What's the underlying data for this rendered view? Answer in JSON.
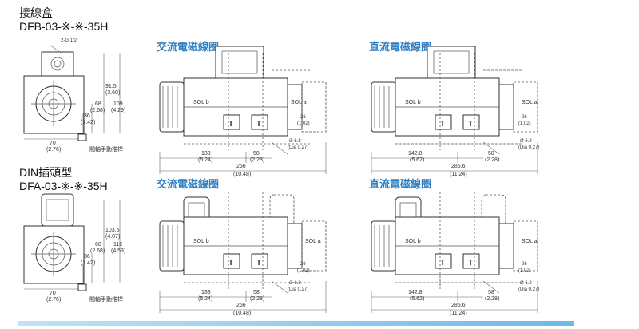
{
  "dfb": {
    "heading_line1": "接線盒",
    "heading_line2": "DFB-03-※-※-35H",
    "side": {
      "port": "2-G 1/2",
      "d915": "91.5",
      "d915i": "(3.60)",
      "d68": "68",
      "d68i": "(2.68)",
      "d109": "109",
      "d109i": "(4.29)",
      "d36": "36",
      "d36i": "(1.42)",
      "d70": "70",
      "d70i": "(2.76)",
      "manual": "閥軸手動推桿"
    }
  },
  "dfa": {
    "heading_line1": "DIN插頭型",
    "heading_line2": "DFA-03-※-※-35H",
    "side": {
      "d1035": "103.5",
      "d1035i": "(4.07)",
      "d68": "68",
      "d68i": "(2.68)",
      "d115": "115",
      "d115i": "(4.53)",
      "d36": "36",
      "d36i": "(1.42)",
      "d70": "70",
      "d70i": "(2.76)",
      "manual": "閥軸手動推桿"
    }
  },
  "panels": {
    "ac_title": "交流電磁線圈",
    "dc_title": "直流電磁線圈",
    "sol_b": "SOL b",
    "sol_a": "SOL a",
    "d26": "26",
    "d26i": "(1.02)",
    "d58": "58",
    "d58i": "(2.28)",
    "phi": "Ø 6.8",
    "dia": "(Dia 0.27)",
    "ac_left": "133",
    "ac_left_i": "(5.24)",
    "ac_total": "266",
    "ac_total_i": "(10.48)",
    "dc_left": "142.8",
    "dc_left_i": "(5.62)",
    "dc_total": "285.6",
    "dc_total_i": "(11.24)"
  }
}
